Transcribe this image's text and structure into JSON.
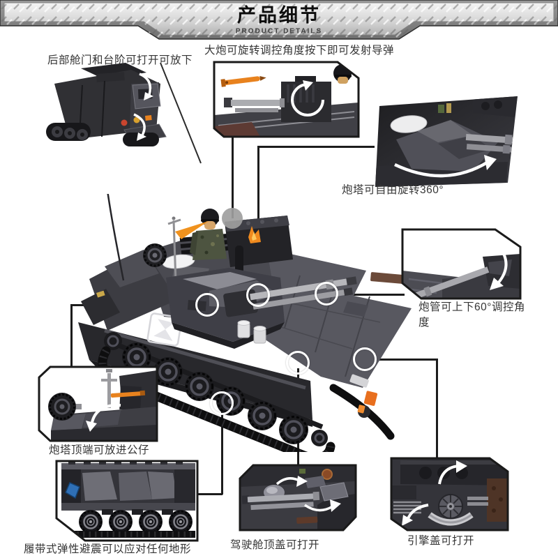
{
  "banner": {
    "title": "产品细节",
    "subtitle": "PRODUCT DETAILS"
  },
  "callouts": {
    "rear_hatch": {
      "label": "后部舱门和台阶可打开可放下"
    },
    "cannon_fire": {
      "label": "大炮可旋转调控角度按下即可发射导弹"
    },
    "turret_rotate": {
      "label": "炮塔可自由旋转360°"
    },
    "barrel_angle": {
      "label": "炮管可上下60°调控角度"
    },
    "turret_minifig": {
      "label": "炮塔顶端可放进公仔"
    },
    "suspension": {
      "label": "履带式弹性避震可以应对任何地形"
    },
    "cockpit": {
      "label": "驾驶舱顶盖可打开"
    },
    "engine": {
      "label": "引擎盖可打开"
    }
  },
  "colors": {
    "accent_orange": "#e8821e",
    "connector_black": "#1c1c1c",
    "tank_dark": "#2b2b2f",
    "tank_mid": "#4a4a51",
    "barrel_gray": "#b4b4b8",
    "emblem_blue": "#2f6fb5",
    "banner_plate": "#d9d9d9"
  }
}
